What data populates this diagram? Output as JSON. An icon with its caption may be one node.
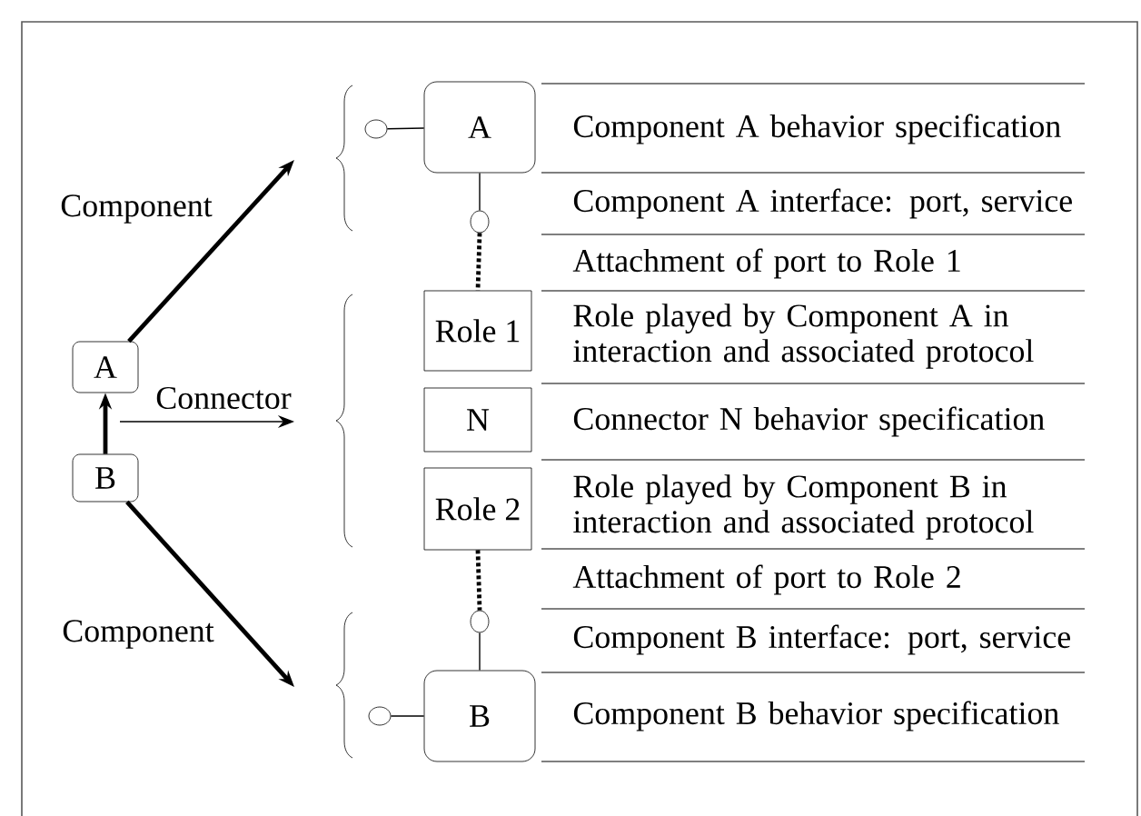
{
  "diagram": {
    "nodes": [
      {
        "text": [
          "A"
        ]
      },
      {
        "text": [
          "B"
        ]
      },
      {
        "text": [
          "A"
        ]
      },
      {
        "text": [
          "Role 1"
        ]
      },
      {
        "text": [
          "N"
        ]
      },
      {
        "text": [
          "Role 2"
        ]
      },
      {
        "text": [
          "B"
        ]
      },
      {
        "text": [],
        "shape": "circle"
      },
      {
        "text": [],
        "shape": "circle"
      },
      {
        "text": [],
        "shape": "circle"
      },
      {
        "text": [],
        "shape": "circle"
      }
    ],
    "edges": [
      {
        "from": 1,
        "to": 0,
        "arrow": "to",
        "style": "thick"
      },
      {
        "from": 0,
        "to": null,
        "arrow": "to",
        "label": "Component",
        "style": "thick"
      },
      {
        "from": 0,
        "to": null,
        "arrow": "to",
        "label": "Connector"
      },
      {
        "from": 1,
        "to": null,
        "arrow": "to",
        "label": "Component",
        "style": "thick"
      },
      {
        "from": 7,
        "to": 2,
        "arrow": "none"
      },
      {
        "from": 2,
        "to": 8,
        "arrow": "none"
      },
      {
        "from": 8,
        "to": 3,
        "arrow": "none",
        "style": "dashed"
      },
      {
        "from": 5,
        "to": 9,
        "arrow": "none",
        "style": "dashed"
      },
      {
        "from": 9,
        "to": 6,
        "arrow": "none"
      },
      {
        "from": 10,
        "to": 6,
        "arrow": "none"
      }
    ],
    "labels": [
      "Component A behavior specification",
      "Component A interface: port, service",
      "Attachment of port to Role 1",
      "Role played by Component A in interaction and associated protocol",
      "Connector N behavior specification",
      "Role played by Component B in interaction and associated protocol",
      "Attachment of port to Role 2",
      "Component B interface: port, service",
      "Component B behavior specification"
    ]
  }
}
